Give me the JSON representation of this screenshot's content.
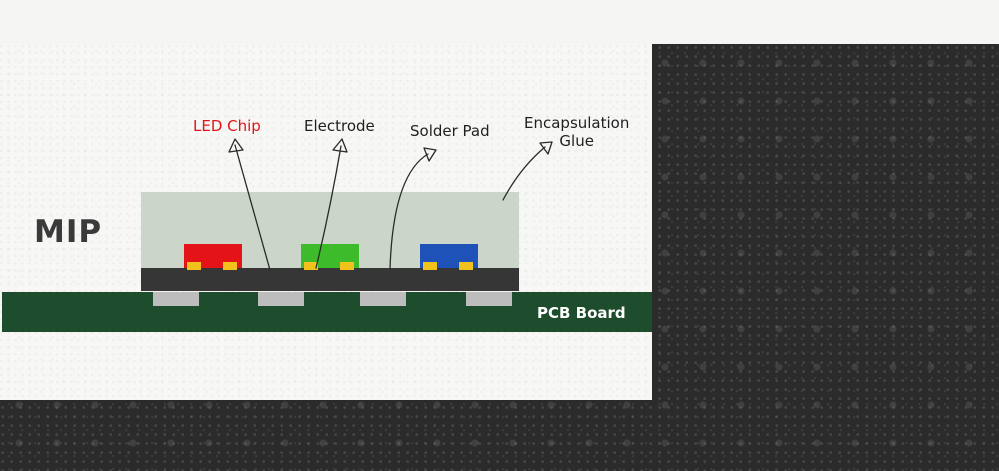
{
  "diagram": {
    "title": "MIP",
    "labels": {
      "led_chip": "LED Chip",
      "electrode": "Electrode",
      "solder_pad": "Solder Pad",
      "encapsulation_line1": "Encapsulation",
      "encapsulation_line2": "Glue",
      "pcb_board": "PCB Board"
    },
    "colors": {
      "led_chip_label": "#e0141b",
      "red_chip": "#e31318",
      "green_chip": "#3dbb2a",
      "blue_chip": "#1e52b8",
      "electrode": "#f1c21b",
      "glue": "#c8d3c6",
      "substrate": "#363636",
      "pcb": "#1d4d2d",
      "pad": "#bdbdbd"
    }
  }
}
